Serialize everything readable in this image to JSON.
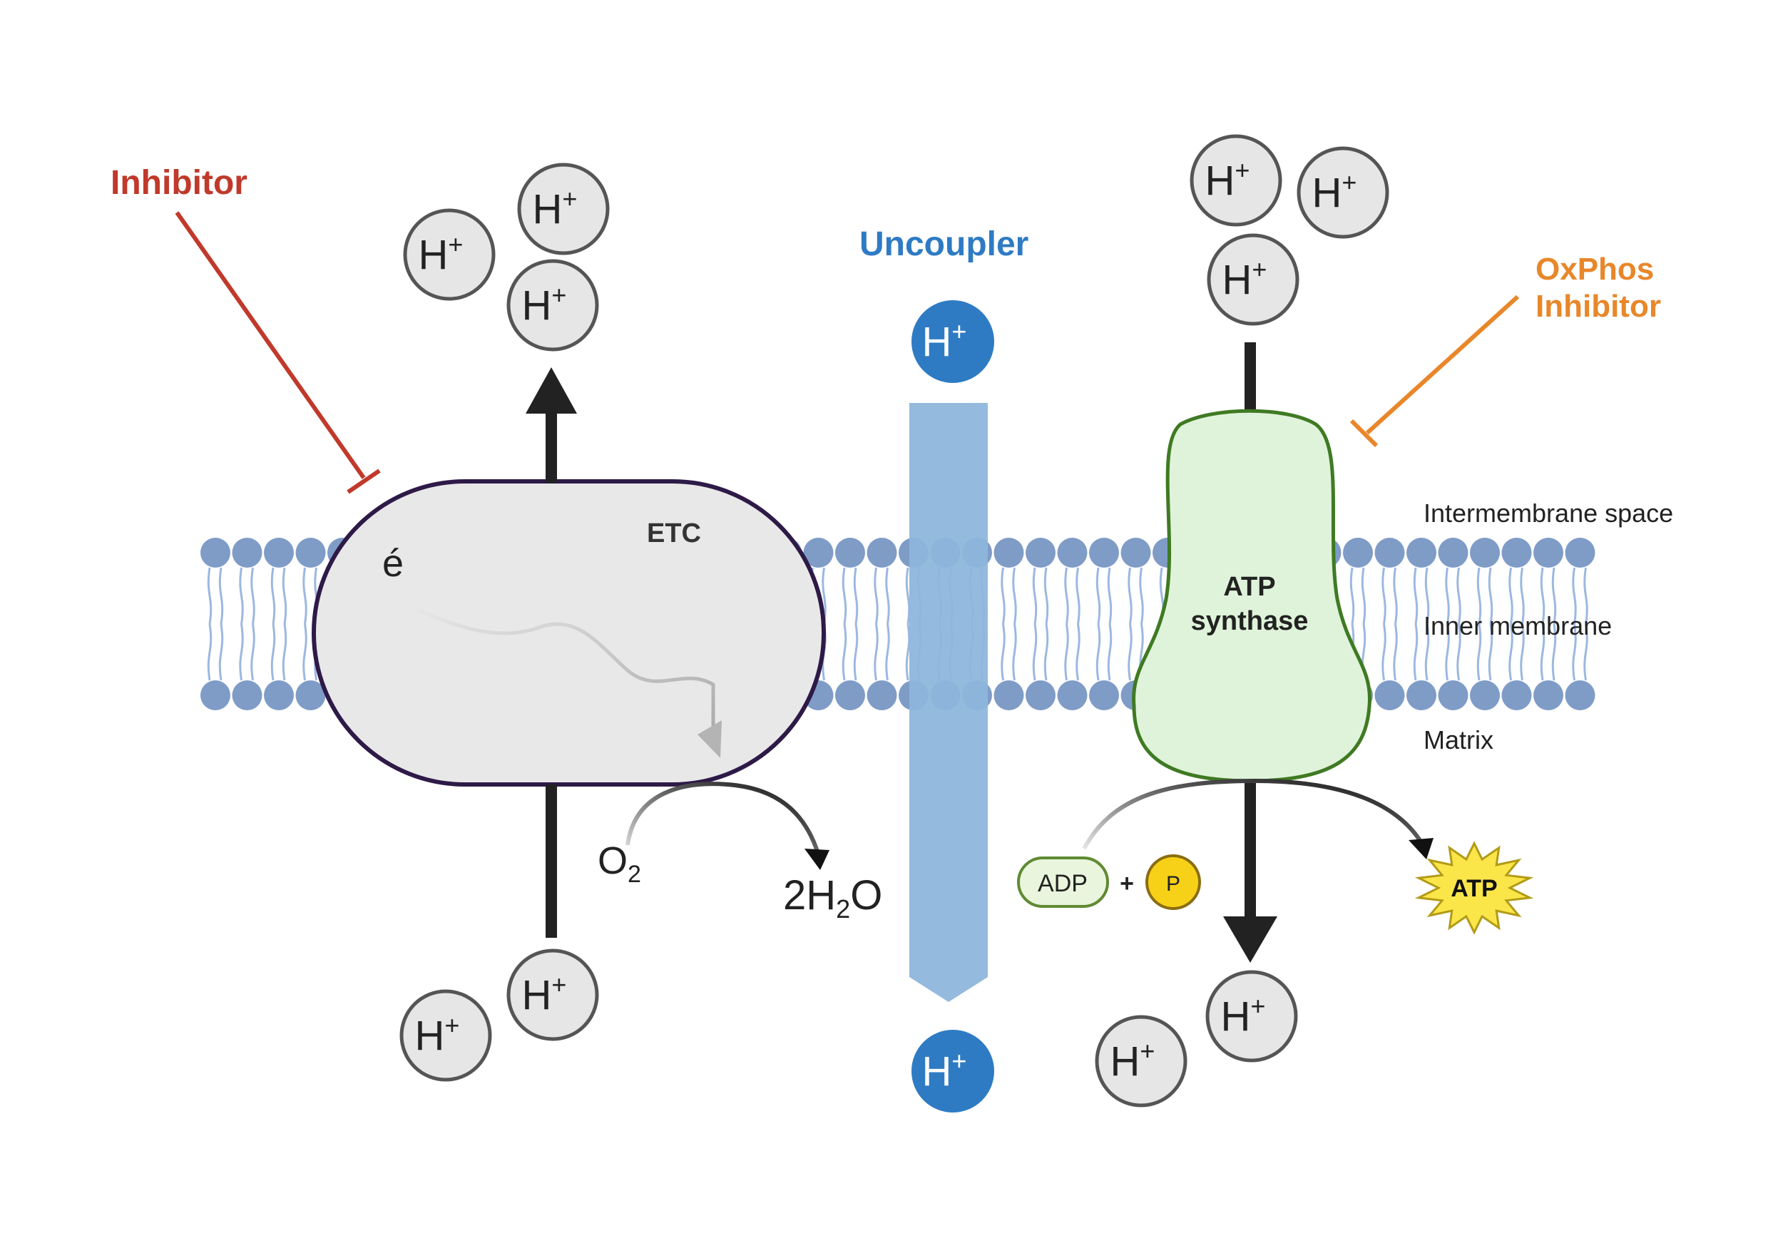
{
  "labels": {
    "inhibitor": "Inhibitor",
    "uncoupler": "Uncoupler",
    "oxphos_line1": "OxPhos",
    "oxphos_line2": "Inhibitor",
    "etc": "ETC",
    "electron": "é",
    "atp_synthase_line1": "ATP",
    "atp_synthase_line2": "synthase",
    "intermembrane_space": "Intermembrane space",
    "inner_membrane": "Inner membrane",
    "matrix": "Matrix",
    "o2_base": "O",
    "o2_sub": "2",
    "water_coef": "2H",
    "water_sub": "2",
    "water_end": "O",
    "adp": "ADP",
    "plus": "+",
    "phosphate": "P",
    "atp": "ATP"
  },
  "proton": {
    "base": "H",
    "charge": "+"
  },
  "colors": {
    "inhibitor": "#c0392b",
    "uncoupler": "#2e7bc4",
    "oxphos": "#e8872a",
    "membrane": "#7f9cc7",
    "etc_fill": "#e8e8e8",
    "etc_stroke": "#2e1a47",
    "synthase_fill": "#dff3da",
    "synthase_stroke": "#3f7a23",
    "channel": "#8eb6dc",
    "atp_star": "#fbe64a",
    "phosphate_fill": "#f7d117"
  }
}
